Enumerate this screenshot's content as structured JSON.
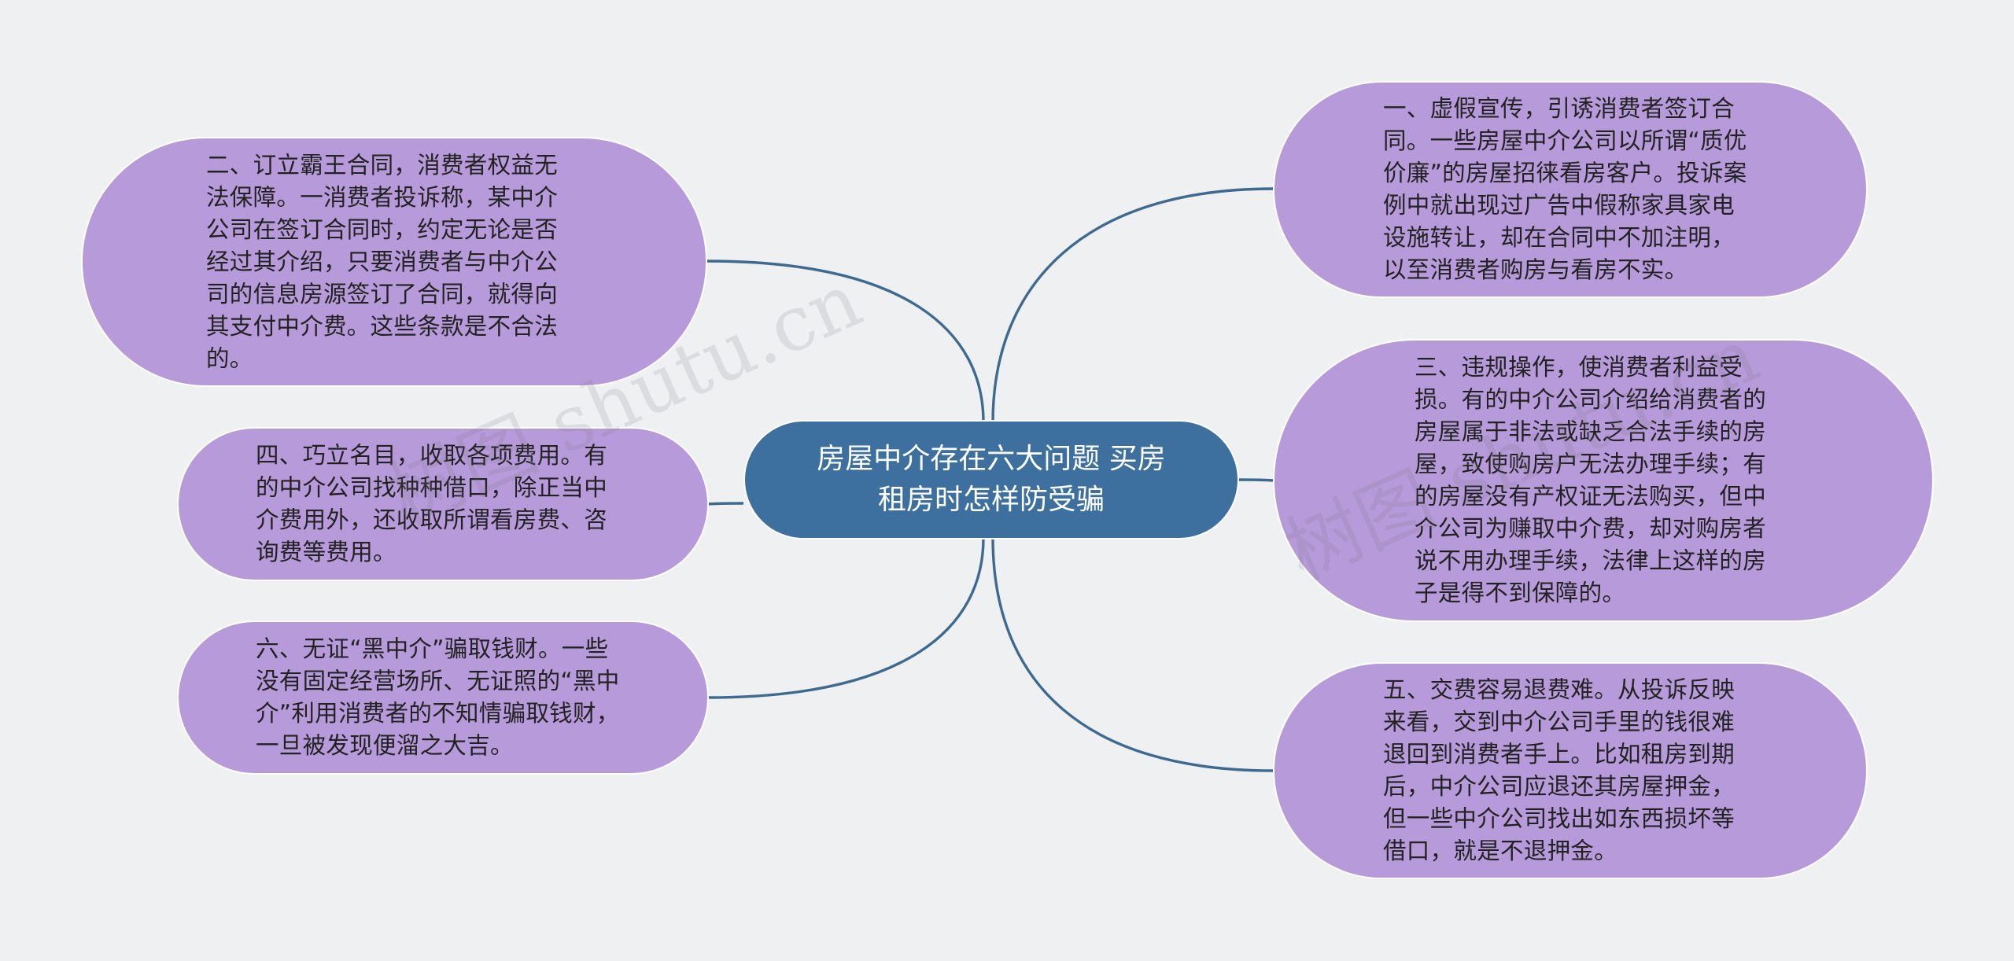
{
  "mindmap": {
    "central_topic": "房屋中介存在六大问题 买房租房时怎样防受骗",
    "branches_left": [
      {
        "text": "二、订立霸王合同，消费者权益无法保障。一消费者投诉称，某中介公司在签订合同时，约定无论是否经过其介绍，只要消费者与中介公司的信息房源签订了合同，就得向其支付中介费。这些条款是不合法的。"
      },
      {
        "text": "四、巧立名目，收取各项费用。有的中介公司找种种借口，除正当中介费用外，还收取所谓看房费、咨询费等费用。"
      },
      {
        "text": "六、无证“黑中介”骗取钱财。一些没有固定经营场所、无证照的“黑中介”利用消费者的不知情骗取钱财，一旦被发现便溜之大吉。"
      }
    ],
    "branches_right": [
      {
        "text": "一、虚假宣传，引诱消费者签订合同。一些房屋中介公司以所谓“质优价廉”的房屋招徕看房客户。投诉案例中就出现过广告中假称家具家电设施转让，却在合同中不加注明，以至消费者购房与看房不实。"
      },
      {
        "text": "三、违规操作，使消费者利益受损。有的中介公司介绍给消费者的房屋属于非法或缺乏合法手续的房屋，致使购房户无法办理手续；有的房屋没有产权证无法购买，但中介公司为赚取中介费，却对购房者说不用办理手续，法律上这样的房子是得不到保障的。"
      },
      {
        "text": "五、交费容易退费难。从投诉反映来看，交到中介公司手里的钱很难退回到消费者手上。比如租房到期后，中介公司应退还其房屋押金，但一些中介公司找出如东西损坏等借口，就是不退押金。"
      }
    ]
  },
  "watermarks": [
    "树图 shutu.cn",
    "树图 shutu.cn"
  ],
  "colors": {
    "background": "#eef0f2",
    "central_fill": "#3d709f",
    "branch_fill": "#b79ad9",
    "connector": "#3f6a8f",
    "central_text": "#ffffff",
    "branch_text": "#222222"
  }
}
